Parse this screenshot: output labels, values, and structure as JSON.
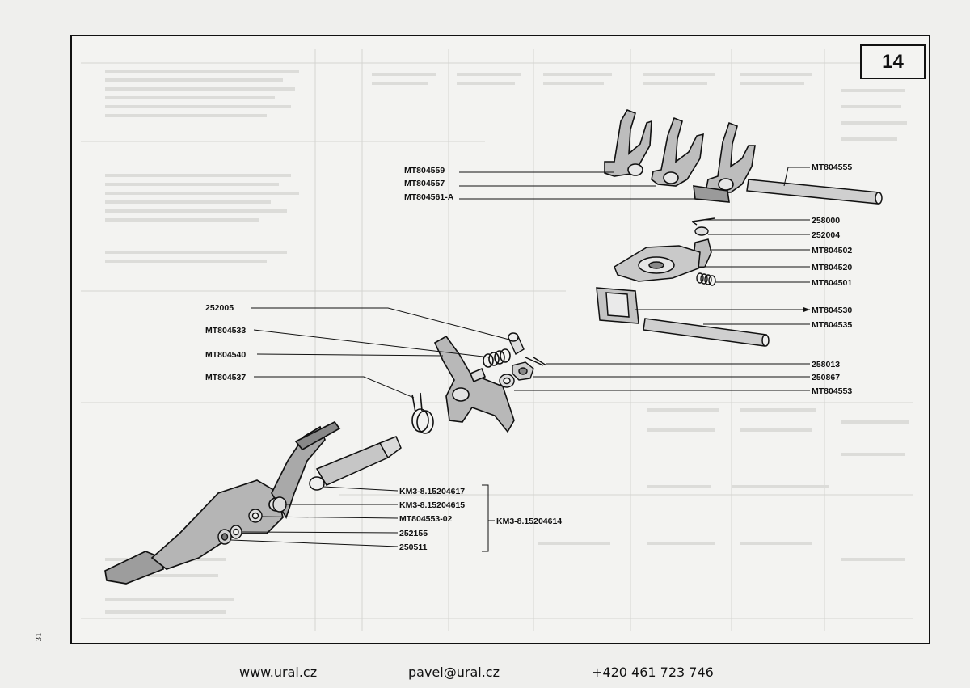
{
  "page": {
    "number": "14",
    "side_number": "31"
  },
  "callouts": {
    "left": [
      "252005",
      "MT804533",
      "MT804540",
      "MT804537"
    ],
    "top_left": [
      "MT804559",
      "MT804557",
      "MT804561-A"
    ],
    "top_right": [
      "MT804555"
    ],
    "right": [
      "258000",
      "252004",
      "MT804502",
      "MT804520",
      "MT804501",
      "MT804530",
      "MT804535",
      "258013",
      "250867",
      "MT804553"
    ],
    "bottom": [
      "KM3-8.15204617",
      "KM3-8.15204615",
      "MT804553-02",
      "252155",
      "250511"
    ],
    "assembly": "KM3-8.15204614"
  },
  "footer": {
    "website": "www.ural.cz",
    "email": "pavel@ural.cz",
    "phone": "+420 461 723 746"
  }
}
